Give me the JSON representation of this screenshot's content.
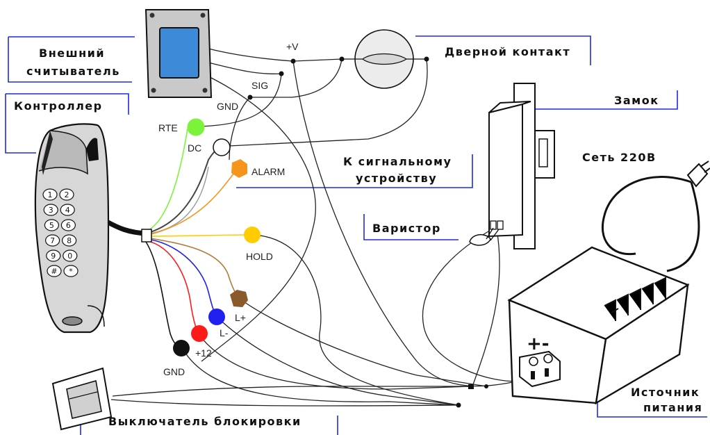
{
  "labels": {
    "reader": [
      "Внешний",
      "считыватель"
    ],
    "controller": "Контроллер",
    "door_contact": "Дверной контакт",
    "lock": "Замок",
    "mains": "Сеть 220В",
    "signal_device": [
      "К сигнальному",
      "устройству"
    ],
    "varistor": "Варистор",
    "power_supply": [
      "Источник",
      "питания"
    ],
    "lock_switch": "Выключатель блокировки"
  },
  "wire_labels": {
    "plus_v": "+V",
    "sig": "SIG",
    "gnd_reader": "GND",
    "rte": "RTE",
    "dc": "DC",
    "alarm": "ALARM",
    "hold": "HOLD",
    "l_plus": "L+",
    "l_minus": "L-",
    "plus12": "+12",
    "gnd": "GND",
    "psu_polarity": "+-"
  },
  "keypad": [
    "1",
    "2",
    "3",
    "4",
    "5",
    "6",
    "7",
    "8",
    "9",
    "0",
    "#",
    "*"
  ],
  "colors": {
    "rte": "#7cf23a",
    "dc": "#ffffff",
    "alarm": "#f7941d",
    "hold": "#ffcc00",
    "l_plus": "#8b5a2b",
    "l_minus": "#1f1ff0",
    "plus12": "#ff1a1a",
    "gnd": "#111111",
    "frame": "#1b2ae6"
  }
}
